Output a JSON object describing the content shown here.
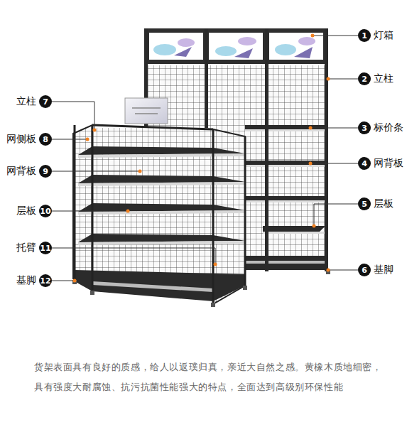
{
  "diagram": {
    "caption": "货架表面具有良好的质感，给人以返璞归真，亲近大自然之感。黄橡木质地细密， 具有强度大耐腐蚀、抗污抗菌性能强大的特点，全面达到高级别环保性能",
    "nodes": [
      {
        "text": [
          "1",
          "灯箱"
        ]
      },
      {
        "text": [
          "2",
          "立柱"
        ]
      },
      {
        "text": [
          "3",
          "标价条"
        ]
      },
      {
        "text": [
          "4",
          "网背板"
        ]
      },
      {
        "text": [
          "5",
          "层板"
        ]
      },
      {
        "text": [
          "6",
          "基脚"
        ]
      },
      {
        "text": [
          "7",
          "立柱"
        ]
      },
      {
        "text": [
          "8",
          "网侧板"
        ]
      },
      {
        "text": [
          "9",
          "网背板"
        ]
      },
      {
        "text": [
          "10",
          "层板"
        ]
      },
      {
        "text": [
          "11",
          "托臂"
        ]
      },
      {
        "text": [
          "12",
          "基脚"
        ]
      }
    ]
  }
}
